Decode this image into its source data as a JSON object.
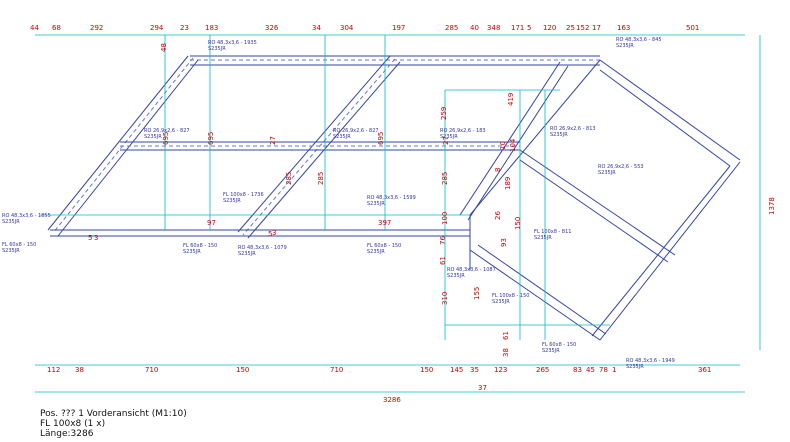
{
  "top_dims": [
    "44",
    "68",
    "292",
    "294",
    "23",
    "183",
    "326",
    "34",
    "304",
    "197",
    "285",
    "40",
    "34",
    "8",
    "171",
    "5",
    "120",
    "25",
    "15",
    "2",
    "17",
    "163",
    "501"
  ],
  "bottom_dims": [
    "112",
    "38",
    "710",
    "150",
    "710",
    "150",
    "145",
    "35",
    "123",
    "265",
    "83",
    "45",
    "78",
    "1",
    "361"
  ],
  "bottom_sub_dim": "37",
  "total_length": "3286",
  "right_dim": "1378",
  "vertical_dims": [
    "48",
    "695",
    "695",
    "27",
    "285",
    "695",
    "285",
    "419",
    "259",
    "27",
    "8",
    "10",
    "189",
    "26",
    "104",
    "285",
    "100",
    "76",
    "61",
    "150",
    "93",
    "310",
    "155",
    "61",
    "38"
  ],
  "horizontal_dims": [
    "97",
    "5",
    "3",
    "3",
    "5",
    "397"
  ],
  "labels": {
    "rr_top": "RO 48,3x3,6 - 1935",
    "rr_top_mat": "S235JR",
    "rr_mid1": "RO 26,9x2,6 - 827",
    "rr_mid1_mat": "S235JR",
    "rr_mid2": "RO 26,9x2,6 - 827",
    "rr_mid2_mat": "S235JR",
    "rr_right_top": "RO 48,3x3,6 - 845",
    "rr_right_top_mat": "S235JR",
    "rr_mid3": "RO 26,9x2,6 - 183",
    "rr_mid3_mat": "S235JR",
    "rr_mid4": "RO 26,9x2,6 - 813",
    "rr_mid4_mat": "S235JR",
    "rr_mid5": "RO 26,9x2,6 - 553",
    "rr_mid5_mat": "S235JR",
    "fl_mid": "FL 100x8 - 1736",
    "fl_mid_mat": "S235JR",
    "ro_left": "RO 48,3x3,6 - 1855",
    "ro_left_mat": "S235JR",
    "ro_c1": "RO 48,3x3,6 - 1599",
    "ro_c1_mat": "S235JR",
    "fl_right": "FL 100x8 - 811",
    "fl_right_mat": "S235JR",
    "ro_c2": "RO 48,3x3,6 - 1087",
    "ro_c2_mat": "S235JR",
    "fl_left": "FL 60x8 - 150",
    "fl_left_mat": "S235JR",
    "fl_c1": "FL 60x8 - 150",
    "fl_c1_mat": "S235JR",
    "ro_c3": "RO 48,3x3,6 - 1079",
    "ro_c3_mat": "S235JR",
    "fl_c2": "FL 60x8 - 150",
    "fl_c2_mat": "S235JR",
    "fl_c3": "FL 100x8 - 150",
    "fl_c3_mat": "S235JR",
    "fl_bot": "FL 60x8 - 150",
    "fl_bot_mat": "S235JR",
    "ro_bot": "RO 48,3x3,6 - 1949",
    "ro_bot_mat": "S235JR"
  },
  "title_lines": [
    "Pos. ???   1 Vorderansicht (M1:10)",
    "FL 100x8 (1 x)",
    "Länge:3286"
  ]
}
